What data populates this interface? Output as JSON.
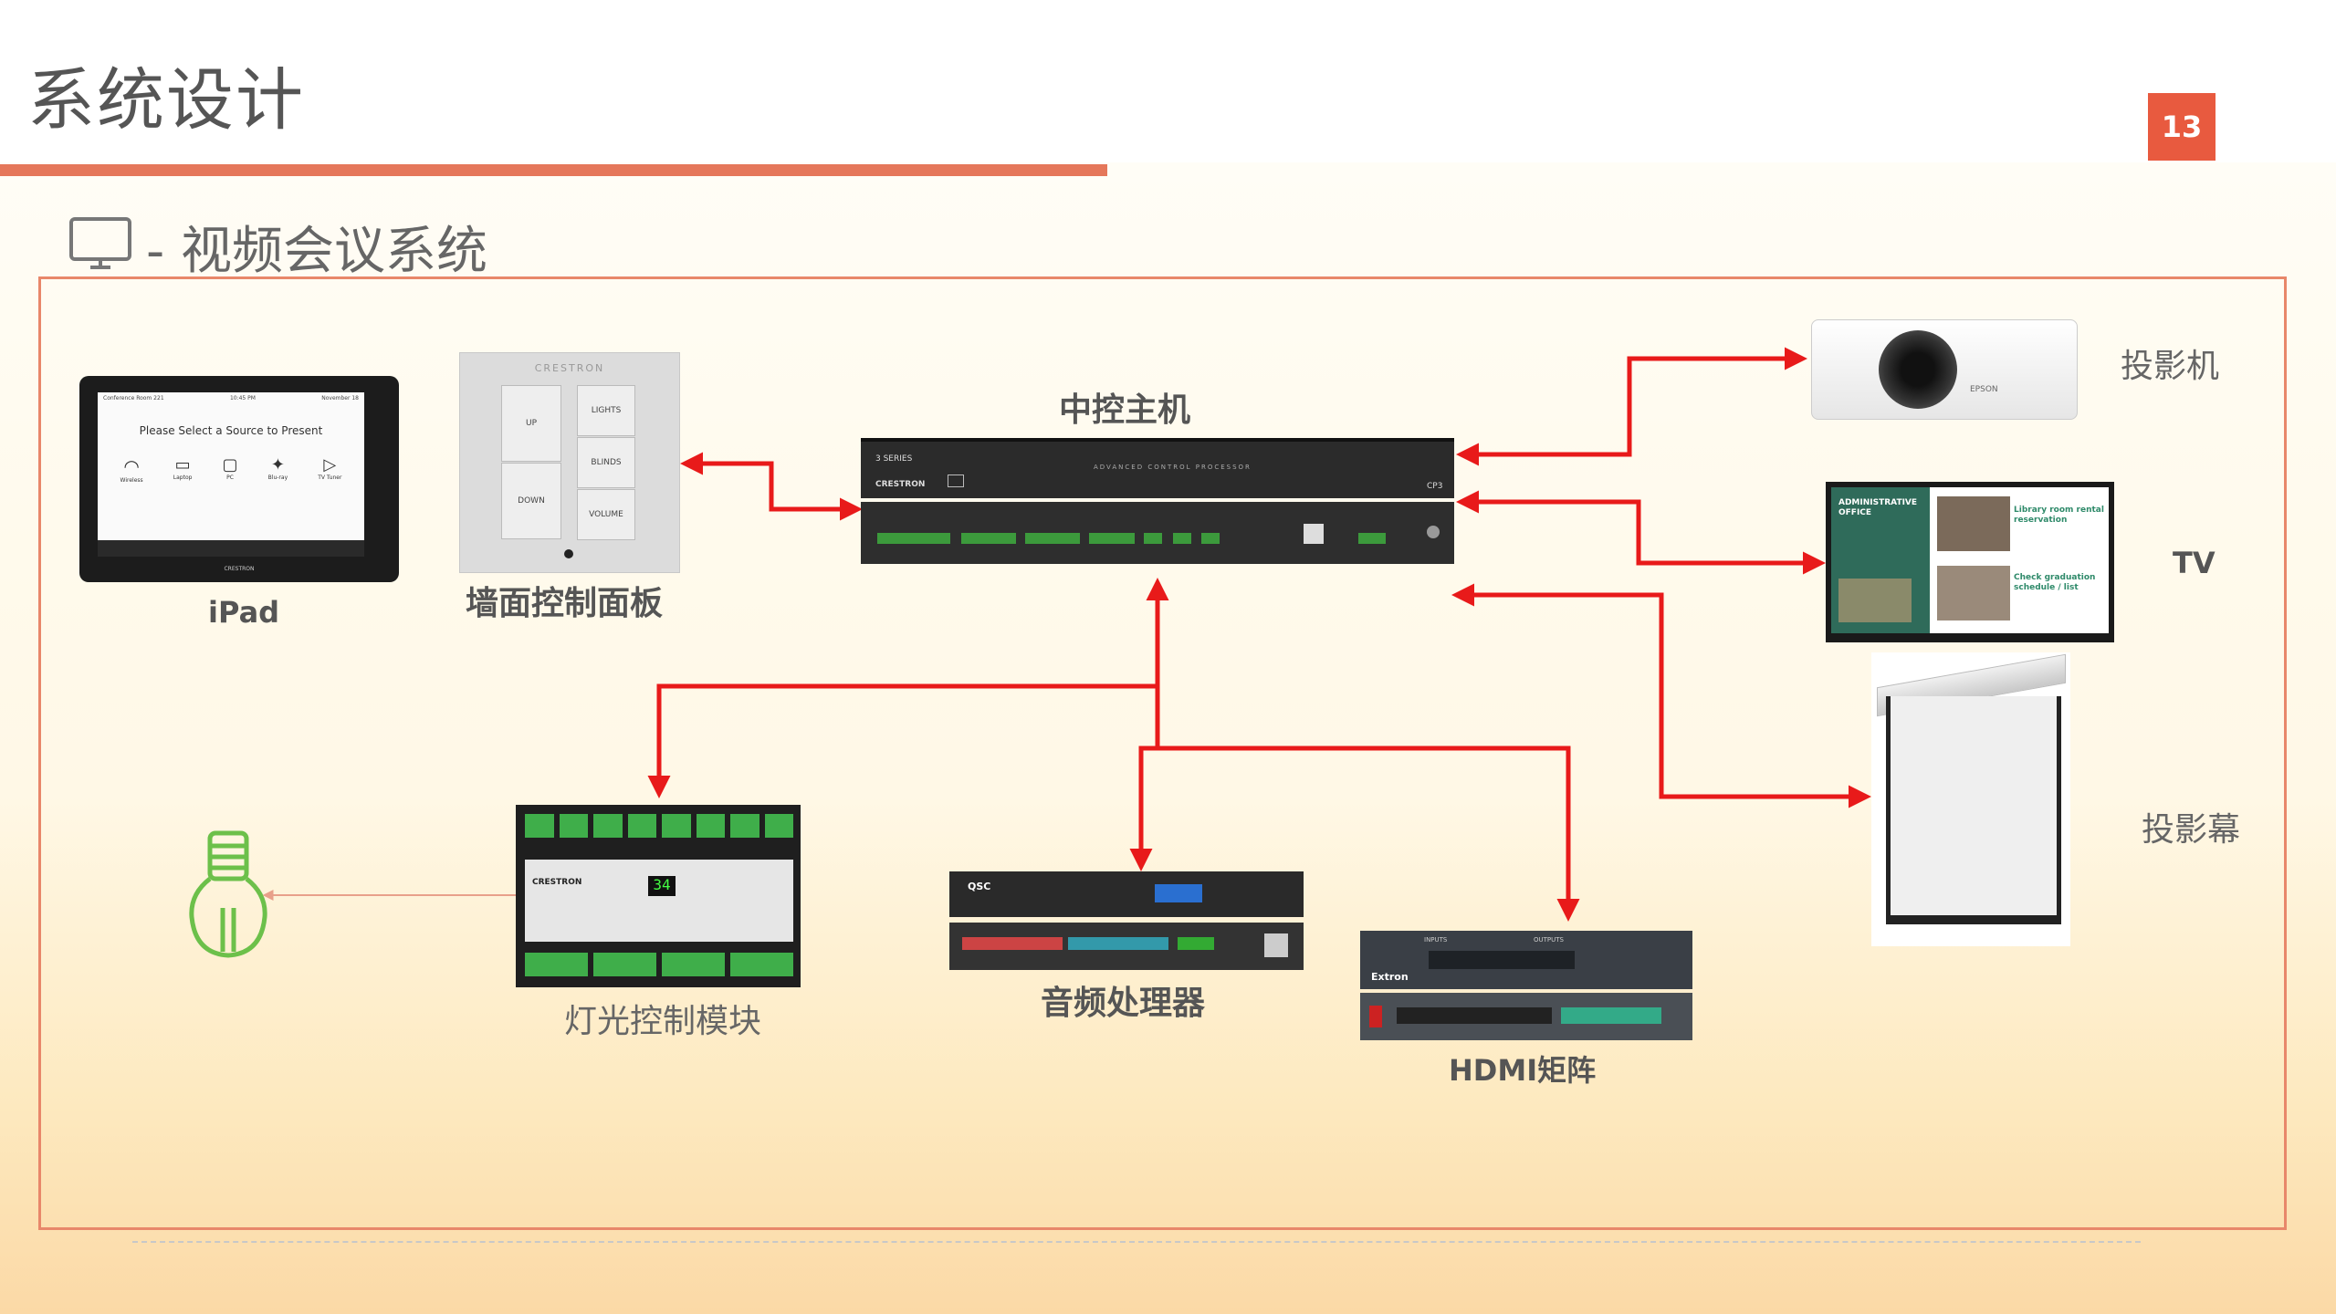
{
  "page": {
    "title": "系统设计",
    "page_number": "13",
    "subtitle": "- 视频会议系统",
    "accent_color": "#e5775a",
    "badge_color": "#e85a3f",
    "arrow_color": "#e81a1a"
  },
  "nodes": {
    "ipad": {
      "label": "iPad",
      "screen_title": "Please Select a Source to Present",
      "header_left": "Conference Room 221",
      "header_mid": "10:45 PM",
      "header_right": "November 18",
      "sources": [
        "Wireless",
        "Laptop",
        "PC",
        "Blu-ray",
        "TV Tuner"
      ],
      "brand": "CRESTRON"
    },
    "wall_panel": {
      "label": "墙面控制面板",
      "brand": "CRESTRON",
      "buttons": [
        "UP",
        "DOWN",
        "LIGHTS",
        "BLINDS",
        "VOLUME"
      ]
    },
    "controller": {
      "label": "中控主机",
      "series": "3 SERIES",
      "model": "CP3",
      "subtitle": "ADVANCED CONTROL PROCESSOR",
      "brand": "CRESTRON"
    },
    "projector": {
      "label": "投影机",
      "brand": "EPSON"
    },
    "tv": {
      "label": "TV",
      "headline": "ADMINISTRATIVE OFFICE",
      "item1": "Library room rental reservation",
      "item2": "Check graduation schedule / list"
    },
    "screen": {
      "label": "投影幕"
    },
    "light_module": {
      "label": "灯光控制模块",
      "brand": "CRESTRON",
      "display": "34"
    },
    "audio": {
      "label": "音频处理器",
      "brand": "QSC"
    },
    "hdmi": {
      "label": "HDMI矩阵",
      "brand": "Extron",
      "section1": "INPUTS",
      "section2": "OUTPUTS"
    },
    "bulb": {
      "icon": "light-bulb-icon",
      "color": "#6cc04a"
    }
  }
}
